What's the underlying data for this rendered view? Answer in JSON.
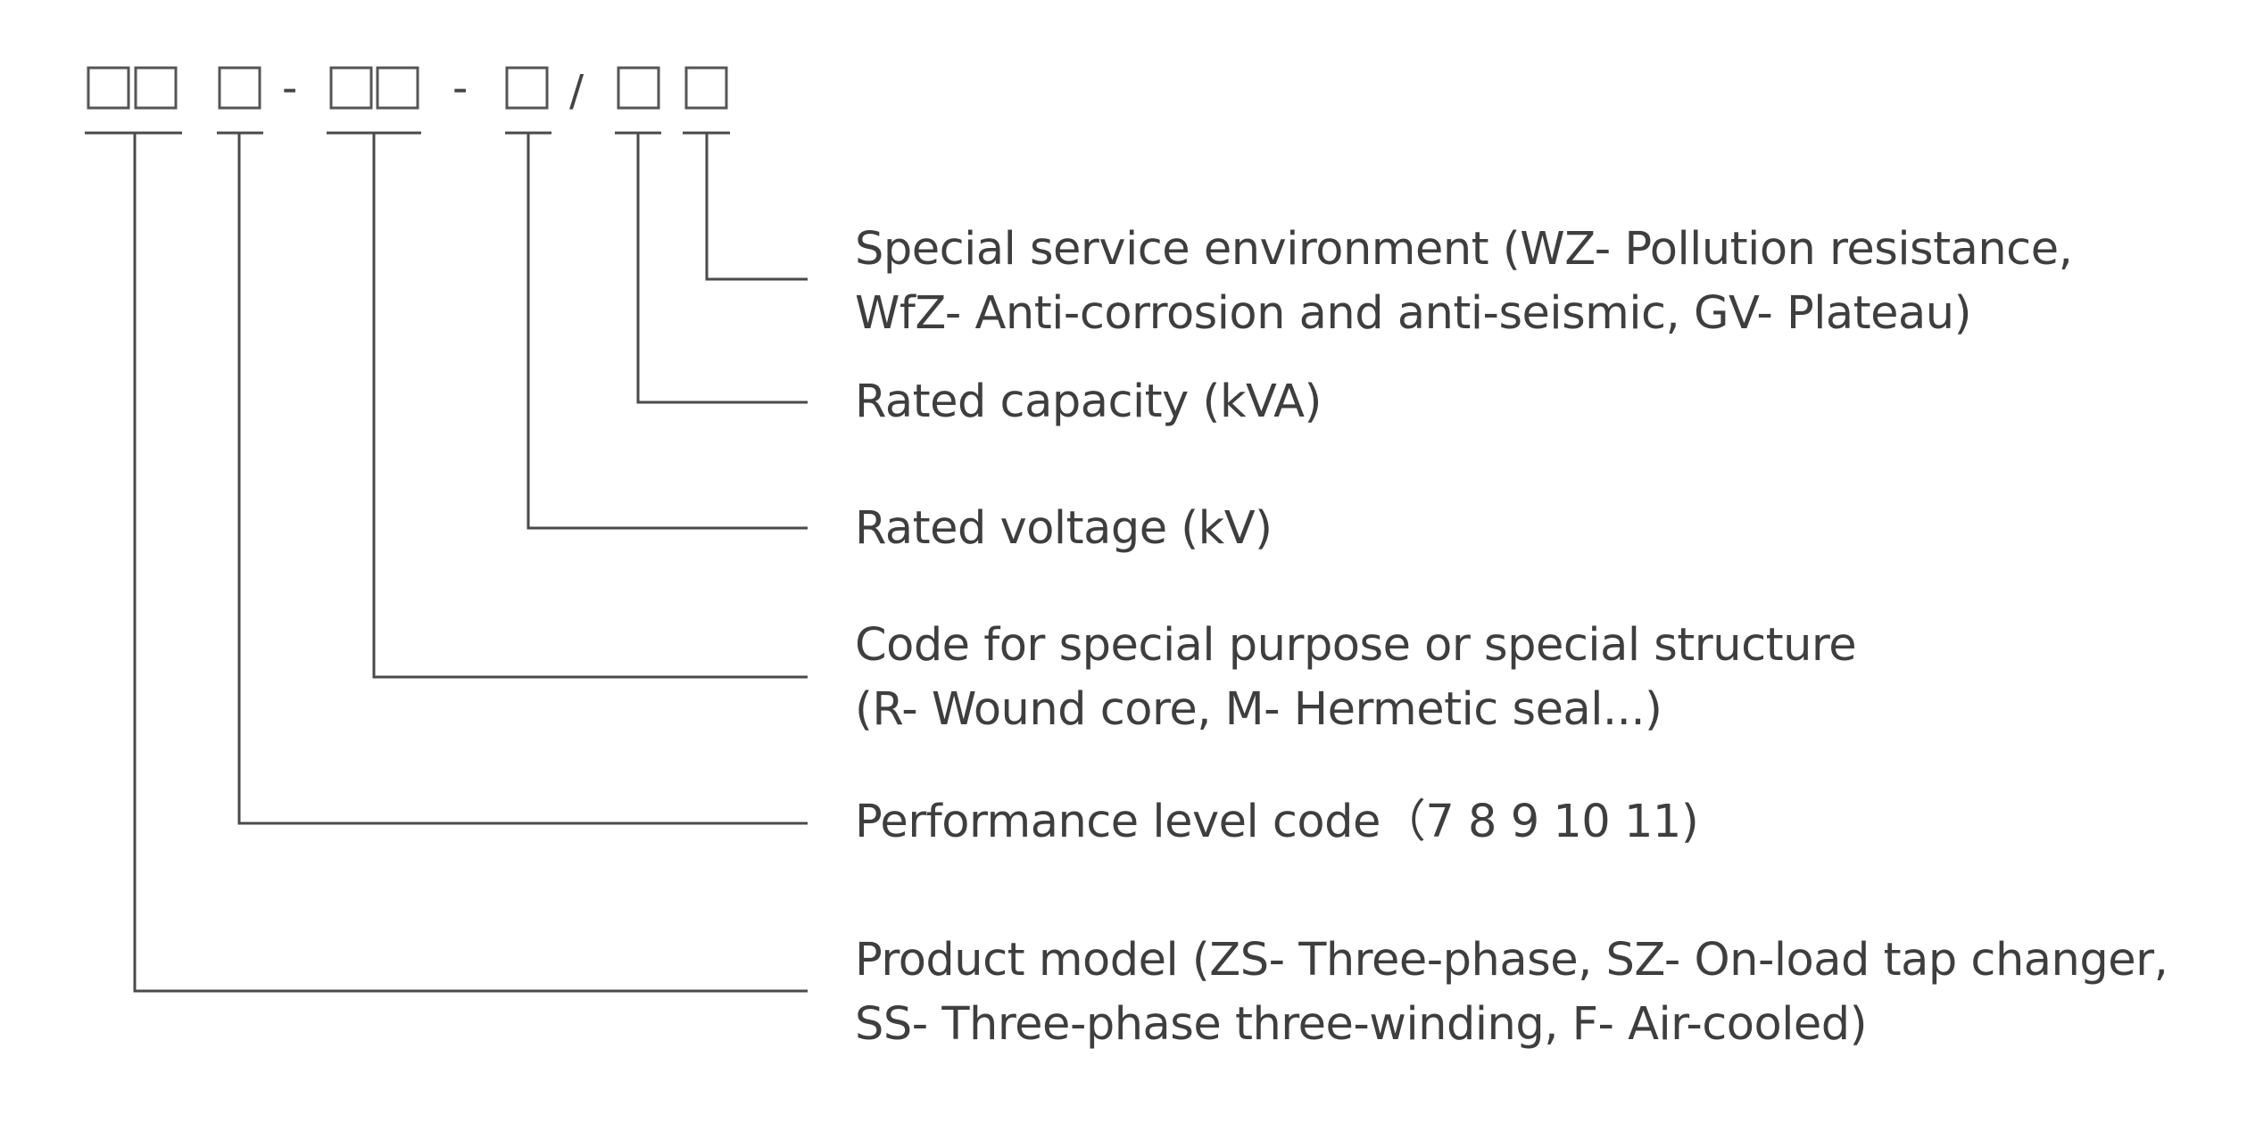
{
  "code_pattern": {
    "separators": [
      "-",
      "-",
      "/"
    ]
  },
  "fields": [
    {
      "id": "special-environment",
      "lines": [
        "Special service environment (WZ- Pollution resistance,",
        "WfZ- Anti-corrosion and anti-seismic, GV- Plateau)"
      ]
    },
    {
      "id": "rated-capacity",
      "lines": [
        "Rated capacity (kVA)"
      ]
    },
    {
      "id": "rated-voltage",
      "lines": [
        "Rated voltage (kV)"
      ]
    },
    {
      "id": "special-purpose",
      "lines": [
        "Code for special purpose or special structure",
        "(R- Wound core, M- Hermetic seal...)"
      ]
    },
    {
      "id": "performance-level",
      "lines": [
        "Performance level code（7 8 9 10 11)"
      ]
    },
    {
      "id": "product-model",
      "lines": [
        "Product model (ZS- Three-phase, SZ- On-load tap changer,",
        "SS- Three-phase three-winding, F- Air-cooled)"
      ]
    }
  ]
}
